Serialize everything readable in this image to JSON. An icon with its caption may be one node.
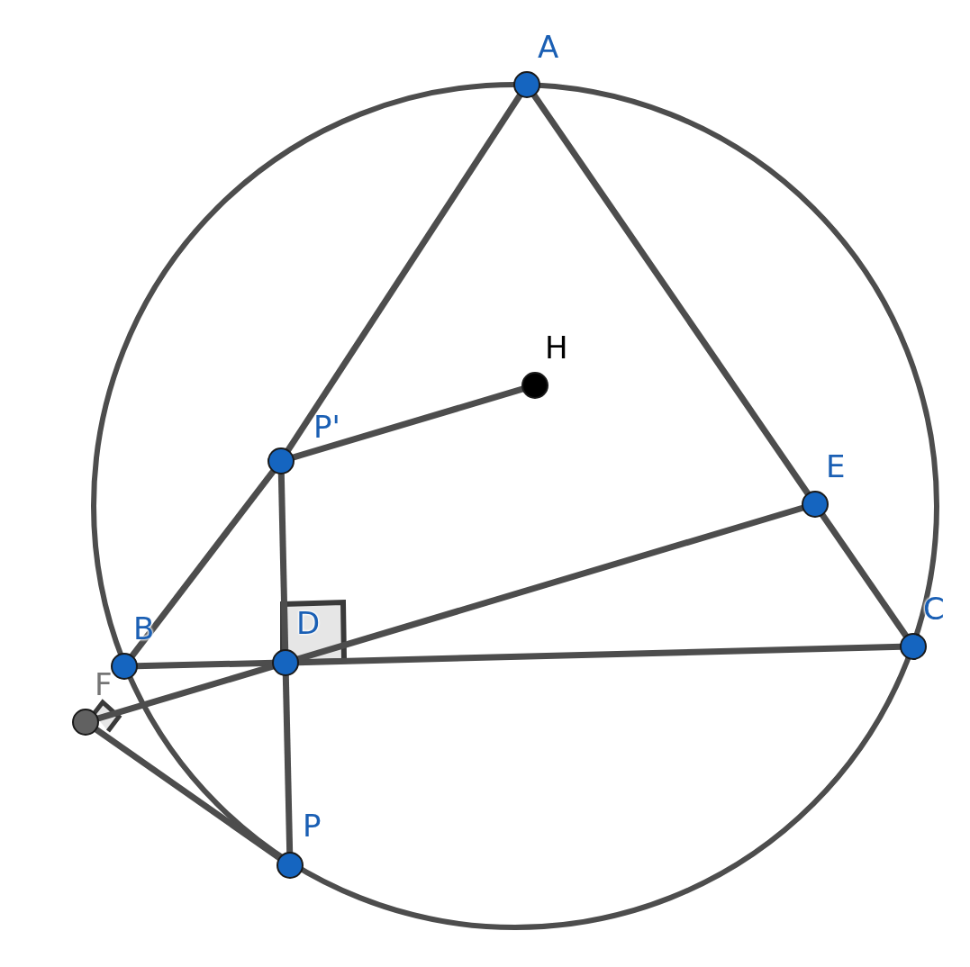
{
  "diagram": {
    "nodes": [
      {
        "text": [
          "A"
        ]
      },
      {
        "text": [
          "H"
        ]
      },
      {
        "text": [
          "P'"
        ]
      },
      {
        "text": [
          "E"
        ]
      },
      {
        "text": [
          "C"
        ]
      },
      {
        "text": [
          "B"
        ]
      },
      {
        "text": [
          "D"
        ]
      },
      {
        "text": [
          "F"
        ]
      },
      {
        "text": [
          "P"
        ]
      }
    ],
    "edges": [
      {
        "from": 0,
        "to": 2,
        "arrow": "none"
      },
      {
        "from": 2,
        "to": 5,
        "arrow": "none"
      },
      {
        "from": 0,
        "to": 3,
        "arrow": "none"
      },
      {
        "from": 3,
        "to": 4,
        "arrow": "none"
      },
      {
        "from": 5,
        "to": 6,
        "arrow": "none"
      },
      {
        "from": 6,
        "to": 4,
        "arrow": "none"
      },
      {
        "from": 2,
        "to": 6,
        "arrow": "none"
      },
      {
        "from": 6,
        "to": 8,
        "arrow": "none"
      },
      {
        "from": 2,
        "to": 1,
        "arrow": "none"
      },
      {
        "from": 7,
        "to": 6,
        "arrow": "none"
      },
      {
        "from": 6,
        "to": 3,
        "arrow": "none"
      },
      {
        "from": 7,
        "to": 8,
        "arrow": "none"
      }
    ]
  }
}
